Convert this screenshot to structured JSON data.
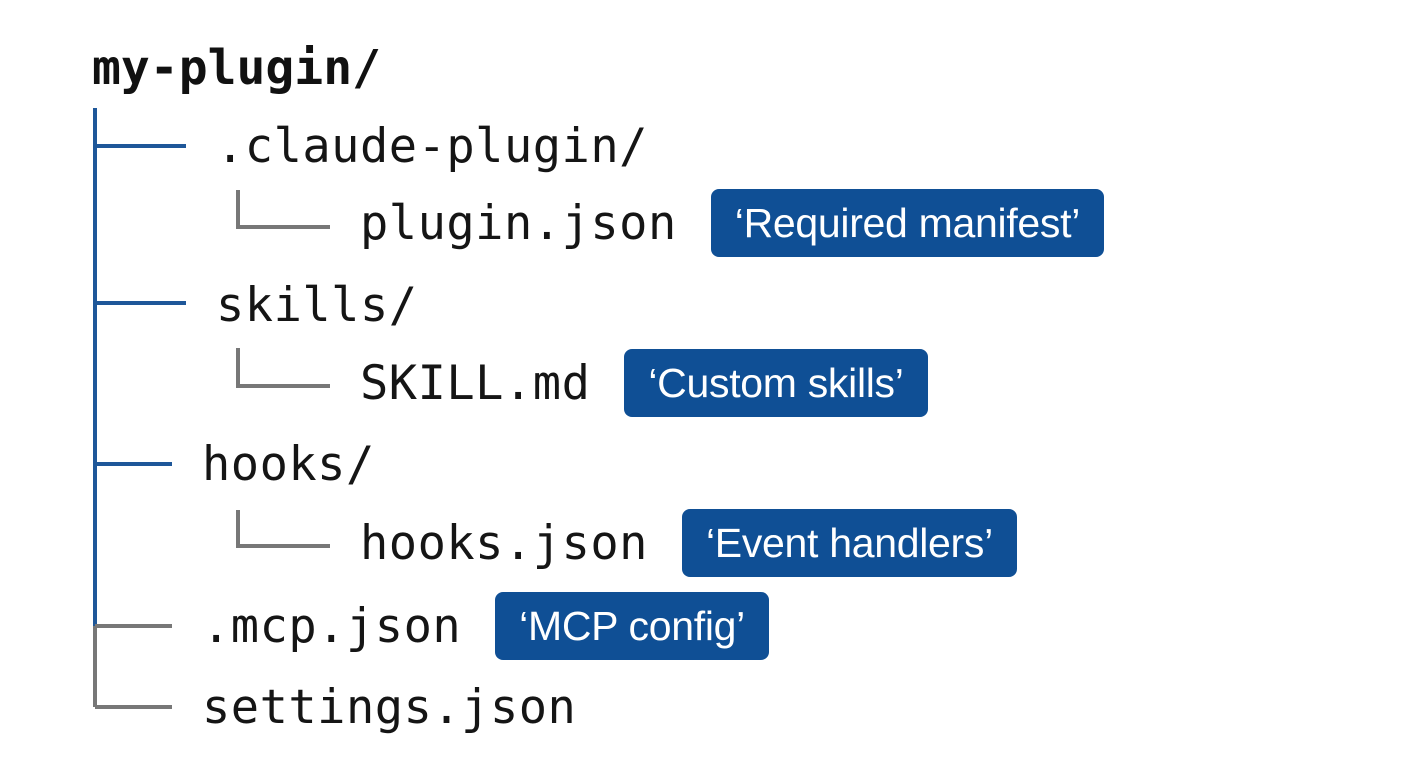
{
  "root": "my-plugin/",
  "colors": {
    "blue": "#1e5799",
    "gray": "#777777",
    "tag_bg": "#0f4f95",
    "text": "#151515"
  },
  "nodes": [
    {
      "name": ".claude-plugin/"
    },
    {
      "name": "plugin.json",
      "note": "‘Required manifest’"
    },
    {
      "name": "skills/"
    },
    {
      "name": "SKILL.md",
      "note": "‘Custom skills’"
    },
    {
      "name": "hooks/"
    },
    {
      "name": "hooks.json",
      "note": "‘Event handlers’"
    },
    {
      "name": ".mcp.json",
      "note": "‘MCP config’"
    },
    {
      "name": "settings.json"
    }
  ]
}
